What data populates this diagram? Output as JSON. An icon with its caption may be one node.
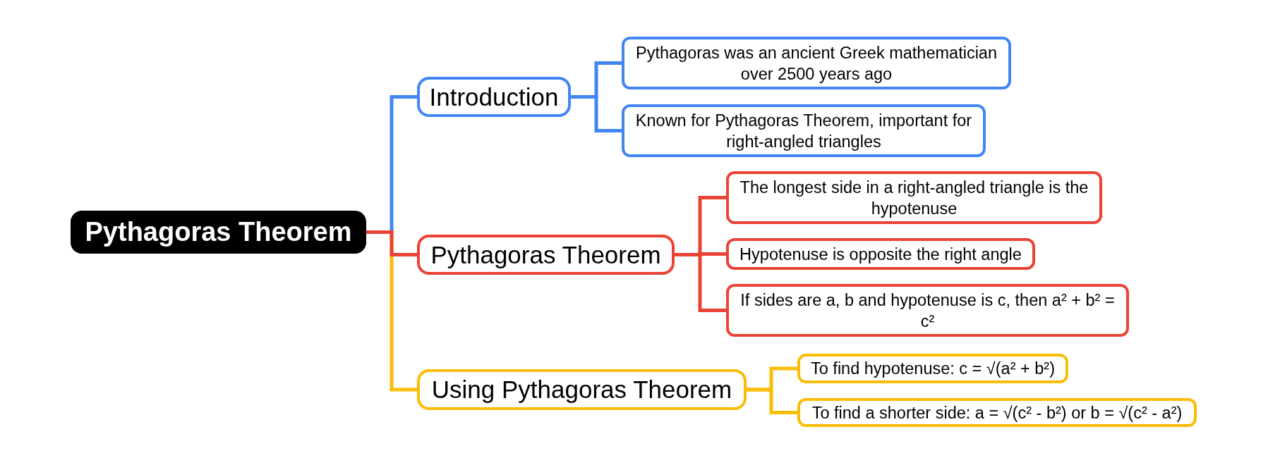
{
  "diagram": {
    "nodes": [
      {
        "text": [
          "Pythagoras Theorem"
        ]
      },
      {
        "text": [
          "Introduction"
        ]
      },
      {
        "text": [
          "Pythagoras was an ancient Greek mathematician over 2500 years ago"
        ]
      },
      {
        "text": [
          "Known for Pythagoras Theorem, important for right-angled triangles"
        ]
      },
      {
        "text": [
          "Pythagoras Theorem"
        ]
      },
      {
        "text": [
          "The longest side in a right-angled triangle is the hypotenuse"
        ]
      },
      {
        "text": [
          "Hypotenuse is opposite the right angle"
        ]
      },
      {
        "text": [
          "If sides are a, b and hypotenuse is c, then a² + b² = c²"
        ]
      },
      {
        "text": [
          "Using Pythagoras Theorem"
        ]
      },
      {
        "text": [
          "To find hypotenuse: c = √(a² + b²)"
        ]
      },
      {
        "text": [
          "To find a shorter side: a = √(c² - b²) or b = √(c² - a²)"
        ]
      }
    ],
    "edges": [
      {
        "from": 0,
        "to": 1,
        "arrow": "none",
        "color": "#4285f4"
      },
      {
        "from": 1,
        "to": 2,
        "arrow": "none",
        "color": "#4285f4"
      },
      {
        "from": 1,
        "to": 3,
        "arrow": "none",
        "color": "#4285f4"
      },
      {
        "from": 0,
        "to": 4,
        "arrow": "none"
      },
      {
        "from": 4,
        "to": 5,
        "arrow": "none"
      },
      {
        "from": 4,
        "to": 6,
        "arrow": "none"
      },
      {
        "from": 4,
        "to": 7,
        "arrow": "none"
      },
      {
        "from": 0,
        "to": 8,
        "arrow": "none",
        "color": "#fbbc05"
      },
      {
        "from": 8,
        "to": 9,
        "arrow": "none",
        "color": "#fbbc05"
      },
      {
        "from": 8,
        "to": 10,
        "arrow": "none",
        "color": "#fbbc05"
      }
    ]
  }
}
